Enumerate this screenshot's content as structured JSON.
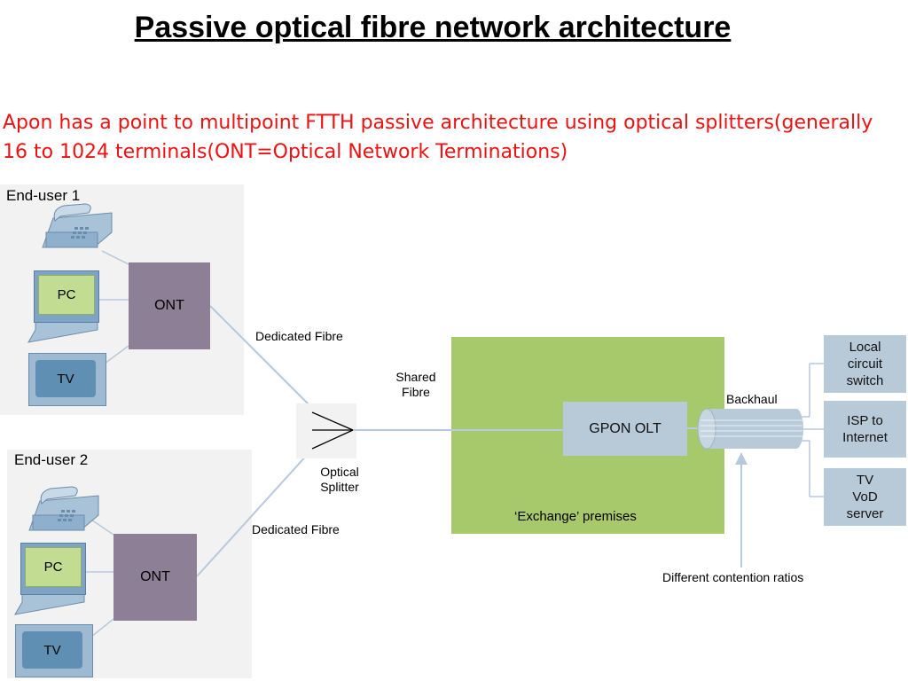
{
  "slide": {
    "title": "Passive optical fibre network architecture",
    "subtitle_line1": "Apon has a point to multipoint FTTH passive architecture using optical splitters(generally",
    "subtitle_line2": "16 to 1024 terminals(ONT=Optical Network Terminations)"
  },
  "diagram": {
    "end_user_1": {
      "label": "End-user 1",
      "pc": "PC",
      "tv": "TV",
      "ont": "ONT"
    },
    "end_user_2": {
      "label": "End-user 2",
      "pc": "PC",
      "tv": "TV",
      "ont": "ONT"
    },
    "dedicated_fibre_1": "Dedicated Fibre",
    "dedicated_fibre_2": "Dedicated Fibre",
    "shared_fibre_line1": "Shared",
    "shared_fibre_line2": "Fibre",
    "optical_splitter_line1": "Optical",
    "optical_splitter_line2": "Splitter",
    "olt": "GPON OLT",
    "exchange": "‘Exchange’ premises",
    "backhaul": "Backhaul",
    "contention": "Different contention ratios",
    "servers": {
      "local_switch": [
        "Local",
        "circuit",
        "switch"
      ],
      "isp": [
        "ISP to",
        "Internet"
      ],
      "tv_vod": [
        "TV",
        "VoD",
        "server"
      ]
    },
    "colors": {
      "exchange_fill": "#a7c96b",
      "ont_fill": "#8c7f96",
      "olt_fill": "#b8c9d8",
      "server_fill": "#b8c9d8",
      "fibre_line": "#b7c9dc",
      "subtitle_text": "#ee1111"
    }
  }
}
